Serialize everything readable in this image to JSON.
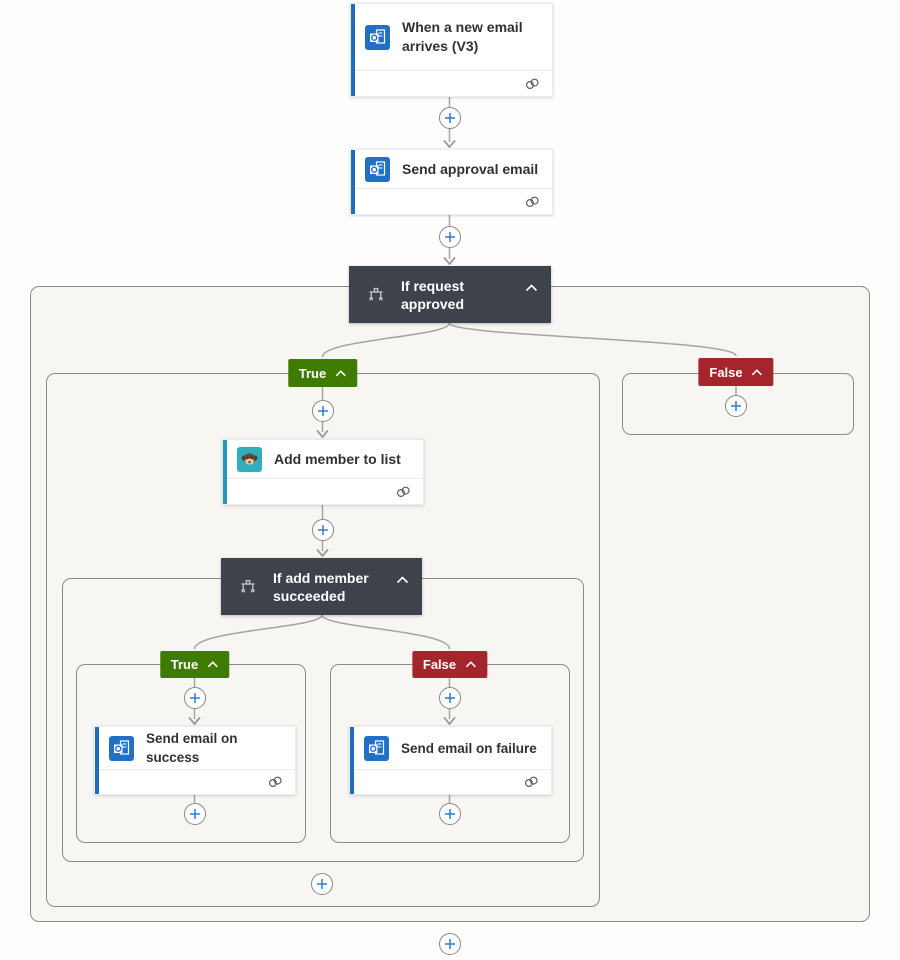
{
  "designer": {
    "trigger_card": {
      "title": "When a new email arrives (V3)",
      "icon": "outlook-icon"
    },
    "approval_card": {
      "title": "Send approval email",
      "icon": "outlook-icon"
    },
    "condition1": {
      "title": "If request approved",
      "icon": "condition-icon",
      "chevron": "chevron-up-icon"
    },
    "true_branch": {
      "label": "True"
    },
    "false_branch": {
      "label": "False"
    },
    "add_member_card": {
      "title": "Add member to list",
      "icon": "mailchimp-icon"
    },
    "condition2": {
      "title": "If add member succeeded",
      "icon": "condition-icon",
      "chevron": "chevron-up-icon"
    },
    "inner_true_branch": {
      "label": "True"
    },
    "inner_false_branch": {
      "label": "False"
    },
    "success_card": {
      "title": "Send email on success",
      "icon": "outlook-icon"
    },
    "failure_card": {
      "title": "Send email on failure",
      "icon": "outlook-icon"
    }
  },
  "colors": {
    "true_badge": "#3e7b00",
    "false_badge": "#a4262c",
    "condition_bg": "#3e434b",
    "outlook_accent": "#1f6cbd",
    "mailchimp_accent": "#2499b5",
    "plus_blue": "#2b7cd3",
    "connector_gray": "#a6a4a2",
    "container_fill": "#f7f6f3",
    "container_border": "#8d8b89"
  }
}
